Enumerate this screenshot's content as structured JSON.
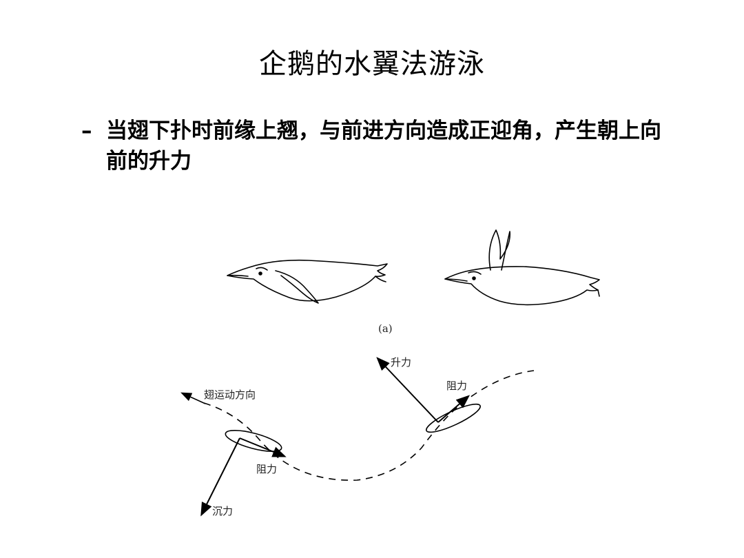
{
  "slide": {
    "title": "企鹅的水翼法游泳",
    "bullet_marker": "–",
    "bullet_text": "当翅下扑时前缘上翘，与前进方向造成正迎角，产生朝上向前的升力"
  },
  "figure": {
    "caption": "(a)",
    "labels": {
      "lift": "升力",
      "drag_right": "阻力",
      "wing_motion_direction": "翅运动方向",
      "drag_left": "阻力",
      "sink": "沉力"
    },
    "line_color": "#000000"
  }
}
